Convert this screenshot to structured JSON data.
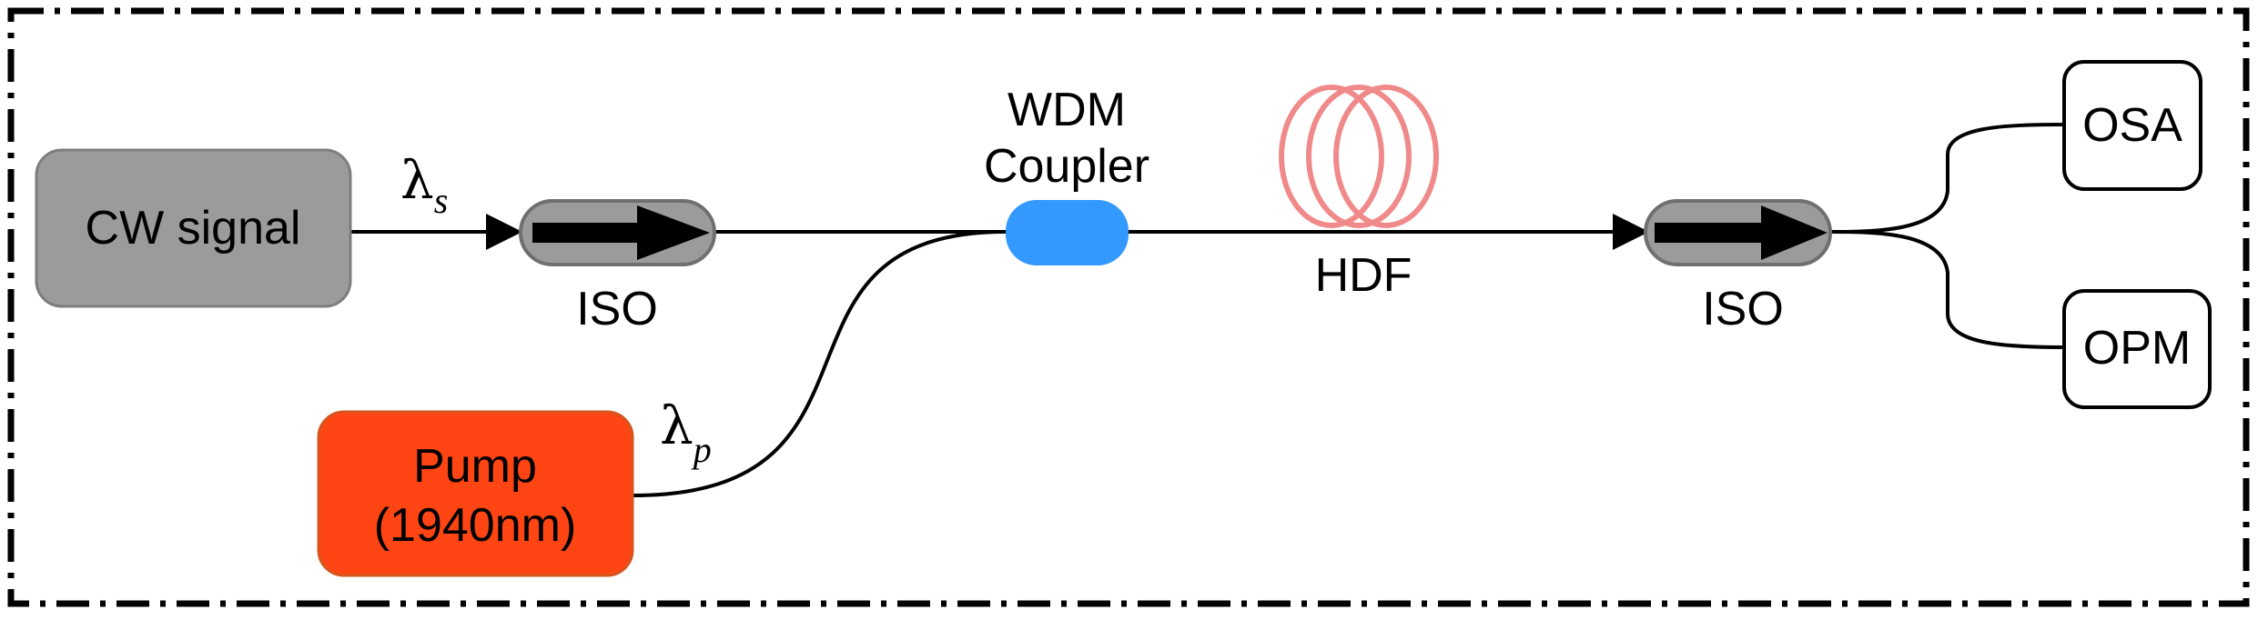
{
  "labels": {
    "cw_signal": "CW signal",
    "pump_line1": "Pump",
    "pump_line2": "(1940nm)",
    "lambda": "λ",
    "signal_sub": "s",
    "pump_sub": "p",
    "iso_1": "ISO",
    "iso_2": "ISO",
    "wdm_line1": "WDM",
    "wdm_line2": "Coupler",
    "hdf": "HDF",
    "osa": "OSA",
    "opm": "OPM"
  },
  "colors": {
    "cw_signal_fill": "#9b9b9b",
    "pump_fill": "#ff4513",
    "wdm_fill": "#3399ff",
    "hdf_coil": "#f08a8a",
    "isolator_fill": "#9b9b9b",
    "frame": "#000000"
  },
  "icons": {
    "isolator_arrow": "right-arrow-icon",
    "fiber_coil": "fiber-coil-icon"
  }
}
